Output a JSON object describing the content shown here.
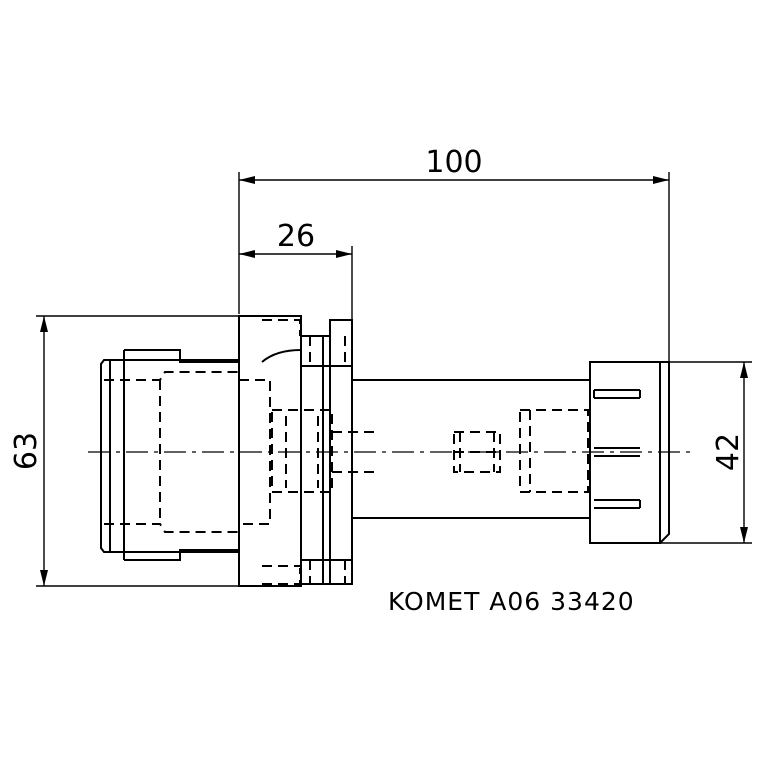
{
  "drawing": {
    "dimensions": {
      "overall_length": "100",
      "flange_width": "26",
      "body_diameter": "63",
      "tail_diameter": "42"
    },
    "part_label": "KOMET A06 33420"
  }
}
